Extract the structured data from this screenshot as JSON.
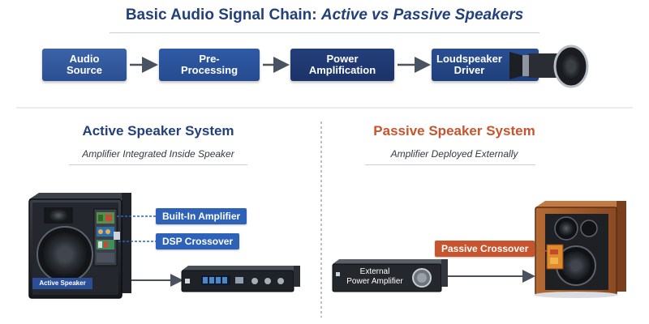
{
  "title": {
    "main": "Basic Audio Signal Chain: ",
    "emphasis": "Active vs Passive Speakers"
  },
  "chain": {
    "stages": [
      {
        "label": "Audio\nSource"
      },
      {
        "label": "Pre-\nProcessing"
      },
      {
        "label": "Power\nAmplification"
      },
      {
        "label": "Loudspeaker\nDriver"
      }
    ]
  },
  "active": {
    "title": "Active Speaker System",
    "subtitle": "Amplifier Integrated Inside Speaker",
    "speaker_label": "Active Speaker",
    "callout_amp": "Built-In Amplifier",
    "callout_dsp": "DSP Crossover"
  },
  "passive": {
    "title": "Passive Speaker System",
    "subtitle": "Amplifier Deployed Externally",
    "amp_label": "External\nPower Amplifier",
    "callout_crossover": "Passive Crossover"
  },
  "colors": {
    "title_blue": "#22407a",
    "active_blue": "#2d62b8",
    "passive_orange": "#c8542d",
    "cabinet_wood": "#a0582a"
  }
}
